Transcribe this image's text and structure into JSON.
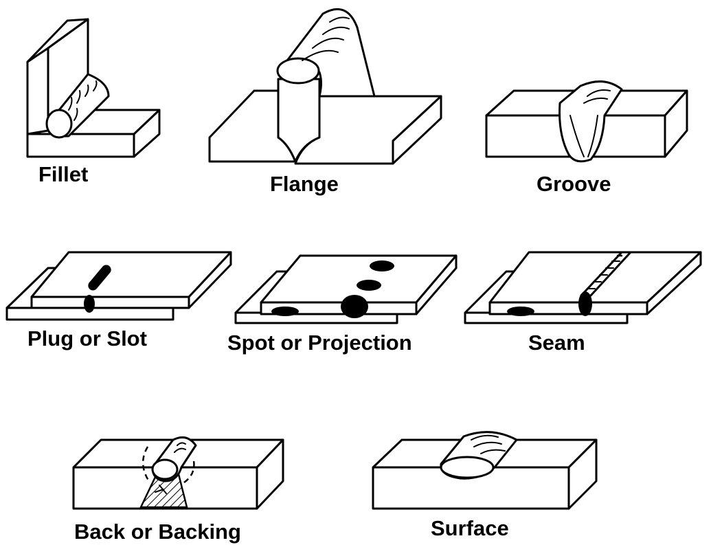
{
  "labels": {
    "fillet": "Fillet",
    "flange": "Flange",
    "groove": "Groove",
    "plug_or_slot": "Plug or Slot",
    "spot_or_projection": "Spot or Projection",
    "seam": "Seam",
    "back_or_backing": "Back or Backing",
    "surface": "Surface"
  }
}
